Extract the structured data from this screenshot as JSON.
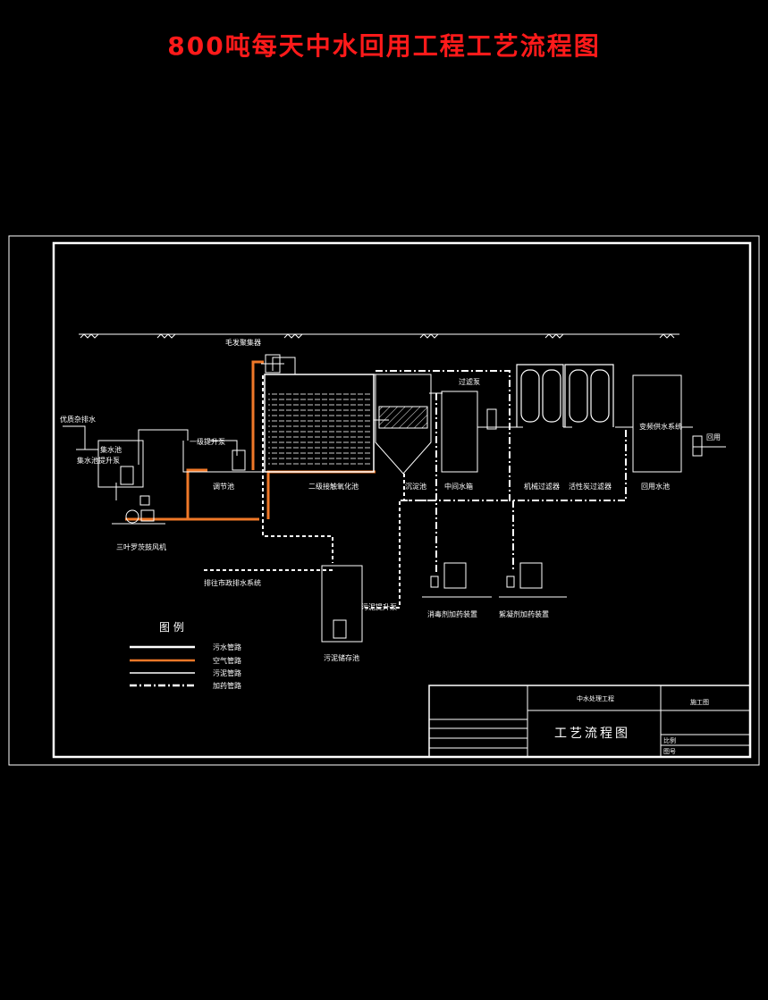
{
  "title": "800吨每天中水回用工程工艺流程图",
  "colors": {
    "background": "#000000",
    "title": "#ff1a1a",
    "line": "#ffffff",
    "air": "#f07828"
  },
  "labels": {
    "hair_collector": "毛发聚集器",
    "lift_pump": "一级提升泵",
    "regulating_tank": "调节池",
    "bio_oxidation_tank": "二级接触氧化池",
    "sedimentation_tank": "沉淀池",
    "intermediate_tank": "中间水箱",
    "filter_pump": "过滤泵",
    "sand_filter": "机械过滤器",
    "carbon_filter": "活性炭过滤器",
    "reuse_tank": "回用水池",
    "freq_supply": "变频供水系统",
    "reuse": "回用",
    "low_quality_drain": "优质杂排水",
    "collection_well": "集水池",
    "well_pump": "集水池提升泵",
    "blower": "三叶罗茨鼓风机",
    "municipal_drain": "排往市政排水系统",
    "sludge_pump": "污泥提升泵",
    "sludge_tank": "污泥储存池",
    "disinfectant_dosing": "消毒剂加药装置",
    "flocculant_dosing": "絮凝剂加药装置"
  },
  "legend": {
    "heading": "图 例",
    "items": [
      {
        "label": "污水管路",
        "style": "sewage"
      },
      {
        "label": "空气管路",
        "style": "air"
      },
      {
        "label": "污泥管路",
        "style": "sludge"
      },
      {
        "label": "加药管路",
        "style": "dosing"
      }
    ]
  },
  "title_block": {
    "project": "中水处理工程",
    "stage": "施工图",
    "drawing": "工艺流程图",
    "scale_label": "比例",
    "sheet_label": "图号"
  }
}
